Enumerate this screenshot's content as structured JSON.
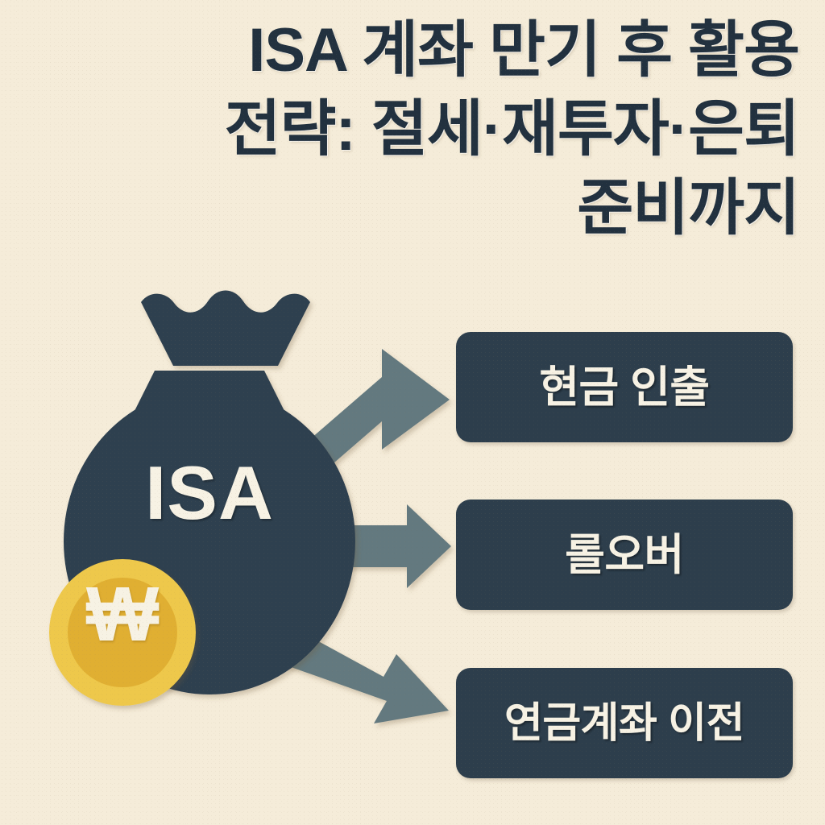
{
  "title": {
    "lines": [
      "ISA 계좌 만기 후 활용",
      "전략: 절세·재투자·은퇴",
      "준비까지"
    ],
    "color": "#22313f"
  },
  "background": {
    "color": "#f5ecd9"
  },
  "diagram": {
    "source": {
      "type": "money-bag",
      "label": "ISA",
      "bag_color": "#2e4150",
      "label_color": "#f7f2e4"
    },
    "coin": {
      "symbol": "₩",
      "outer_color": "#eec84b",
      "inner_color": "#e0af32",
      "symbol_color": "#f7f2e4"
    },
    "arrow_color": "#63797f",
    "arrows": [
      {
        "name": "arrow-to-cash-withdrawal",
        "direction": "up-right"
      },
      {
        "name": "arrow-to-rollover",
        "direction": "right"
      },
      {
        "name": "arrow-to-pension-transfer",
        "direction": "down-right"
      }
    ],
    "options": [
      {
        "label": "현금 인출"
      },
      {
        "label": "롤오버"
      },
      {
        "label": "연금계좌 이전"
      }
    ],
    "box_color": "#2d3e4c",
    "box_text_color": "#f7f2e4"
  }
}
